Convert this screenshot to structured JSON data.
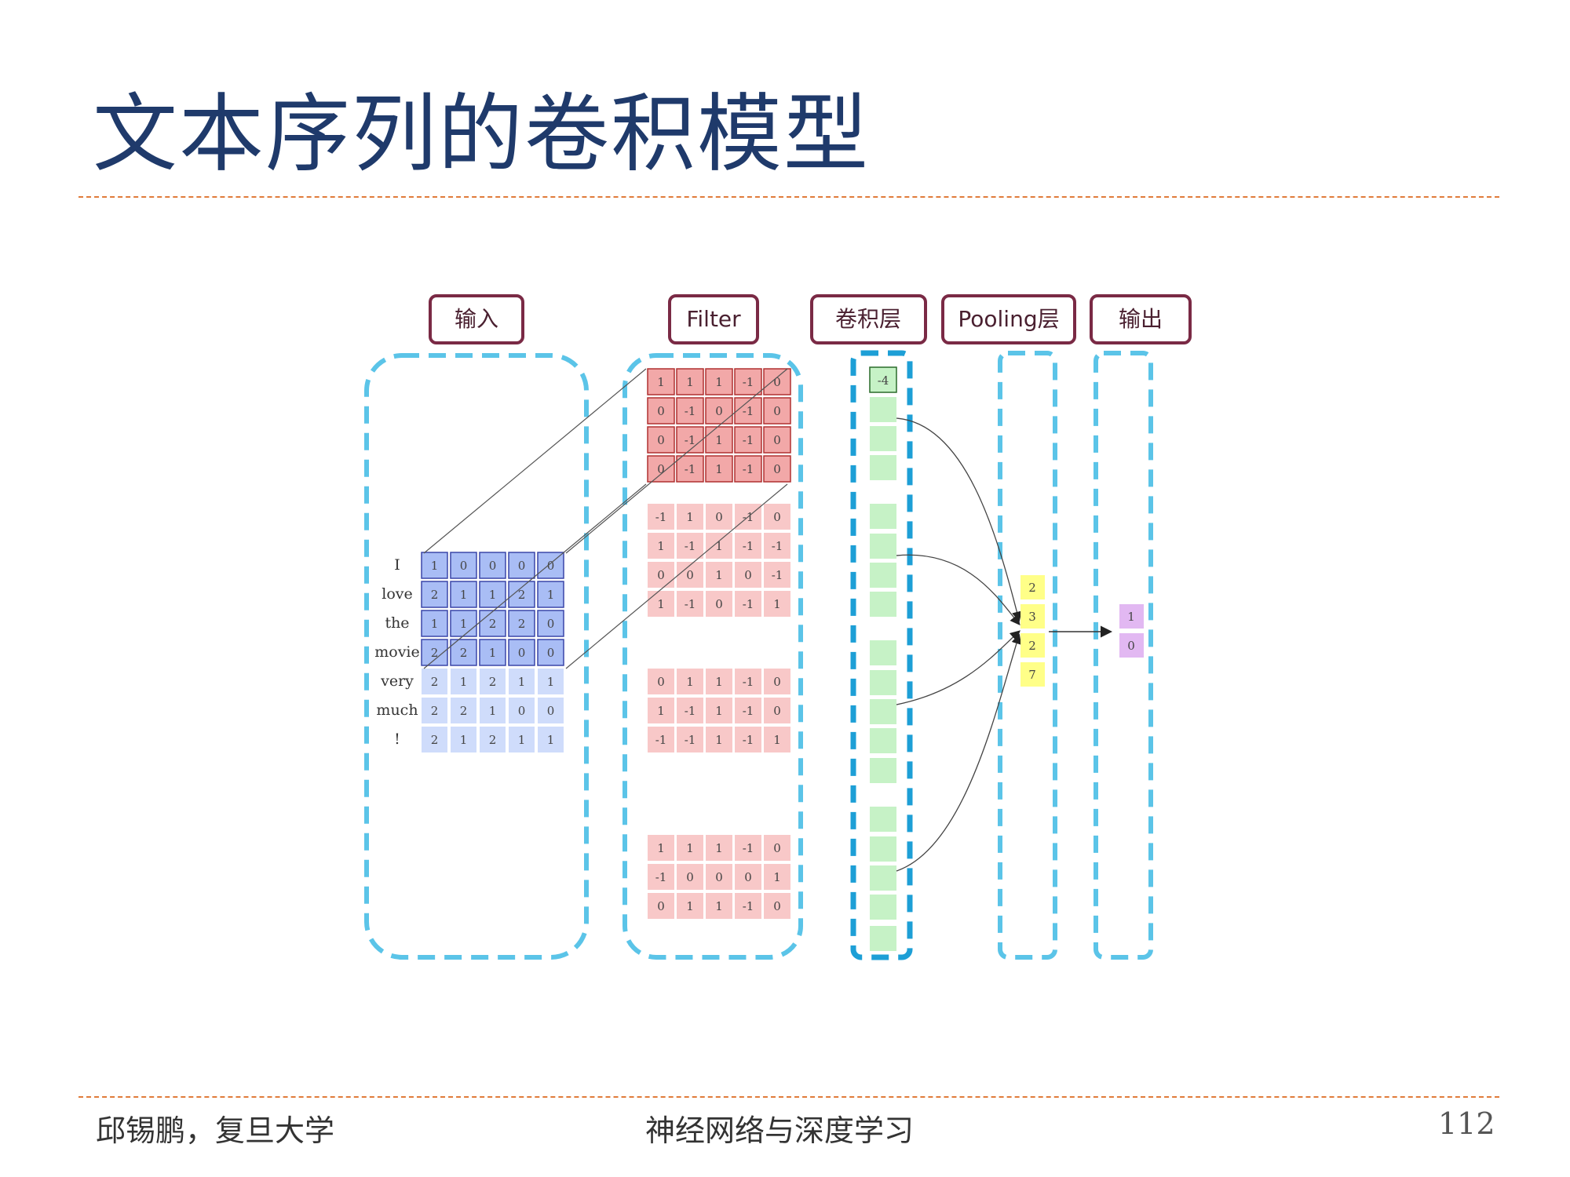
{
  "title": "文本序列的卷积模型",
  "labels": {
    "input": "输入",
    "filter": "Filter",
    "conv": "卷积层",
    "pooling": "Pooling层",
    "output": "输出"
  },
  "words": [
    "I",
    "love",
    "the",
    "movie",
    "very",
    "much",
    "!"
  ],
  "input_matrix": [
    [
      1,
      0,
      0,
      0,
      0
    ],
    [
      2,
      1,
      1,
      2,
      1
    ],
    [
      1,
      1,
      2,
      2,
      0
    ],
    [
      2,
      2,
      1,
      0,
      0
    ],
    [
      2,
      1,
      2,
      1,
      1
    ],
    [
      2,
      2,
      1,
      0,
      0
    ],
    [
      2,
      1,
      2,
      1,
      1
    ]
  ],
  "filters": [
    [
      [
        1,
        1,
        1,
        -1,
        0
      ],
      [
        0,
        -1,
        0,
        -1,
        0
      ],
      [
        0,
        -1,
        1,
        -1,
        0
      ],
      [
        0,
        -1,
        1,
        -1,
        0
      ]
    ],
    [
      [
        -1,
        1,
        0,
        -1,
        0
      ],
      [
        1,
        -1,
        1,
        -1,
        -1
      ],
      [
        0,
        0,
        1,
        0,
        -1
      ],
      [
        1,
        -1,
        0,
        -1,
        1
      ]
    ],
    [
      [
        0,
        1,
        1,
        -1,
        0
      ],
      [
        1,
        -1,
        1,
        -1,
        0
      ],
      [
        -1,
        -1,
        1,
        -1,
        1
      ]
    ],
    [
      [
        1,
        1,
        1,
        -1,
        0
      ],
      [
        -1,
        0,
        0,
        0,
        1
      ],
      [
        0,
        1,
        1,
        -1,
        0
      ]
    ]
  ],
  "conv_first_value": "-4",
  "pooling_values": [
    "2",
    "3",
    "2",
    "7"
  ],
  "output_values": [
    "1",
    "0"
  ],
  "footer": {
    "author": "邱锡鹏，复旦大学",
    "course": "神经网络与深度学习",
    "page": "112"
  },
  "colors": {
    "title": "#1f3a6b",
    "rule": "#e07b3a",
    "dash_box": "#5bc4e8",
    "input_active": "#a9bdf5",
    "input_inactive": "#cfdcfb",
    "filter_active": "#f2a8a8",
    "filter_inactive": "#f8c8c8",
    "conv_cell": "#c6f2c6",
    "pool_cell": "#ffff88",
    "out_cell": "#e2b8f2",
    "label_border": "#7a2a45"
  }
}
